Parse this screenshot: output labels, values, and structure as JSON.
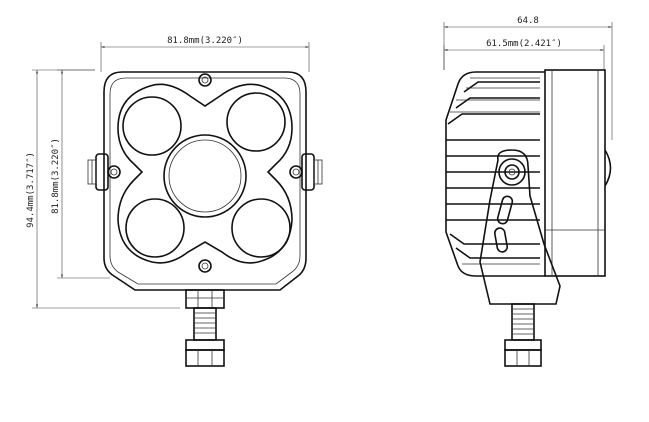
{
  "front_view": {
    "width_label": "81.8mm(3.220″)",
    "height_total_label": "94.4mm(3.717″)",
    "height_body_label": "81.8mm(3.220″)"
  },
  "side_view": {
    "overall_width_label": "64.8",
    "body_width_label": "61.5mm(2.421″)"
  }
}
